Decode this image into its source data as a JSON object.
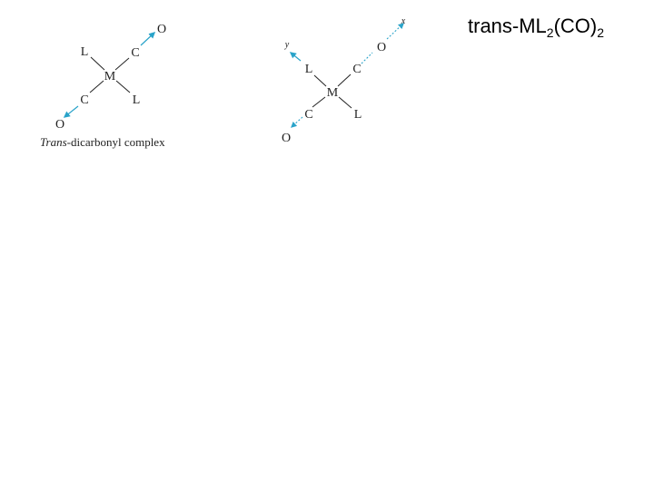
{
  "title": {
    "prefix": "trans-ML",
    "sub1": "2",
    "mid": "(CO)",
    "sub2": "2"
  },
  "caption": {
    "italic": "Trans",
    "rest": "-dicarbonyl complex"
  },
  "atoms": {
    "metal": "M",
    "ligand": "L",
    "carbon": "C",
    "oxygen": "O"
  },
  "axes": {
    "x": "x",
    "y": "y"
  },
  "colors": {
    "vector": "#29a3c9",
    "ink": "#222222"
  }
}
